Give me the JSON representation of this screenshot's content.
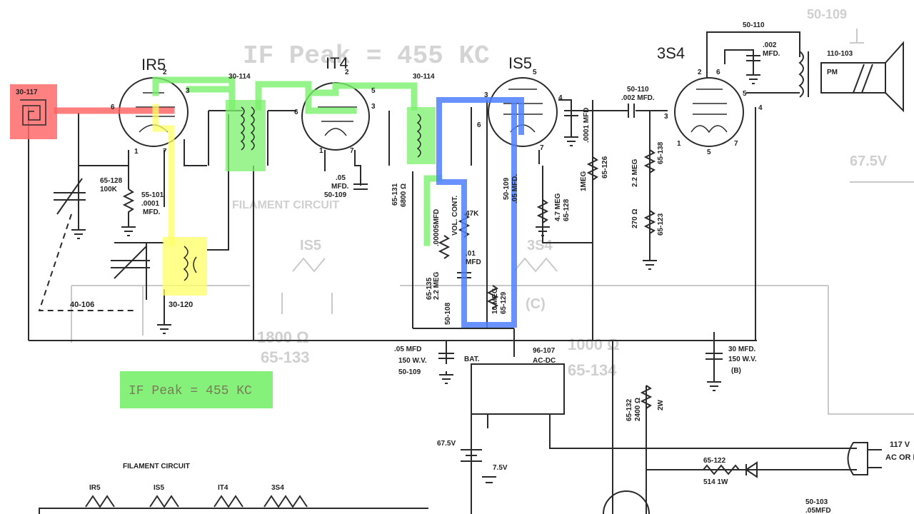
{
  "header_ghost": {
    "if_peak_faded": "IF Peak = 455 KC",
    "corner_faded": "50-109"
  },
  "tubes": {
    "ir5": "IR5",
    "it4": "IT4",
    "is5": "IS5",
    "s34": "3S4"
  },
  "antenna_label": "30-117",
  "transformers": {
    "if1": "30-114",
    "if2": "30-114"
  },
  "osc_coil": "30-120",
  "loop_part": "40-106",
  "parts": {
    "r_100k_ref": "65-128",
    "r_100k_val": "100K",
    "c_ir5_ref": "55-101",
    "c_ir5_val": ".0001",
    "c_ir5_unit": "MFD.",
    "c_05_val": ".05",
    "c_05_unit": "MFD.",
    "c_05_ref": "50-109",
    "r_6800_ref": "65-131",
    "r_6800_val": "6800 Ω",
    "vol_cont": "VOL. CONT.",
    "c_00005": ".00005MFD",
    "r_47k": "47K",
    "c_01_val": ".01",
    "c_01_unit": "MFD",
    "r_2meg_ref": "65-135",
    "r_2meg_val": "2.2 MEG",
    "r_2meg_ref2": "50-108",
    "r_10meg_val": "10 MEG",
    "r_10meg_ref": "65-129",
    "c_is5_ref": "50-109",
    "c_is5_val": ".05 MFD.",
    "r_47meg_val": "4.7 MEG",
    "r_47meg_ref": "65-128",
    "c_0001_val": ".0001 MFD",
    "c_002_ref": "50-110",
    "c_002_val": ".002 MFD.",
    "r_1meg_val": "1MEG",
    "r_1meg_ref": "65-126",
    "r_22meg_val": "2.2 MEG",
    "r_22meg_ref": "65-138",
    "r_270_val": "270 Ω",
    "r_270_ref": "65-123",
    "c_out_ref": "50-110",
    "c_out_val": ".002",
    "c_out_unit": "MFD.",
    "spk_ref": "110-103",
    "spk_pm": "PM",
    "c_b_val": ".05 MFD",
    "c_b_volt": "150 W.V.",
    "c_b_ref": "50-109",
    "sw_bat": "BAT.",
    "sw_ref": "96-107",
    "sw_acdc": "AC-DC",
    "c_30_val": "30 MFD.",
    "c_30_volt": "150 W.V.",
    "c_30_tag": "(B)",
    "r_2400_ref": "65-132",
    "r_2400_val": "2400 Ω",
    "r_2400_watt": "2W",
    "bat_675": "67.5V",
    "bat_75": "7.5V",
    "r_514_ref": "65-122",
    "r_514_val": "514 1W",
    "plug_val": "117 V",
    "plug_sub": "AC OR DC",
    "c_bottom_ref": "50-103",
    "c_bottom_val": ".05MFD"
  },
  "filament": {
    "title": "FILAMENT   CIRCUIT",
    "tubes": [
      "IR5",
      "IS5",
      "IT4",
      "3S4"
    ]
  },
  "ghost_labels": {
    "filament": "FILAMENT CIRCUIT",
    "is5_ghost": "IS5",
    "s34_ghost": "3S4",
    "r_ghost_val": "1800 Ω",
    "r_ghost_ref": "65-133",
    "r_ghost2_val": "1000 Ω",
    "r_ghost2_ref": "65-134",
    "c_ghost": "(C)",
    "v_ghost": "67.5V"
  },
  "annotation": {
    "text": "IF Peak = 455 KC"
  },
  "highlight_colors": {
    "antenna": "#ff5f5f",
    "oscillator": "#ffff66",
    "if_path": "#79f06b",
    "detector": "#4d7fff"
  }
}
